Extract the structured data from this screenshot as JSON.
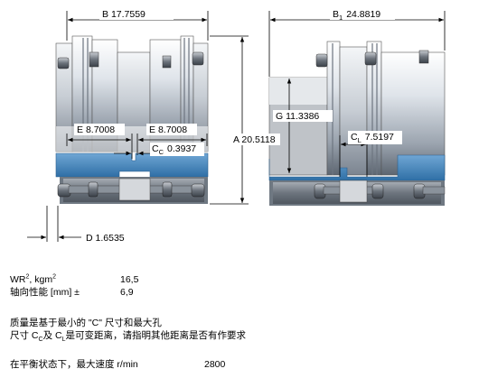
{
  "dimensions": {
    "B": {
      "label": "B",
      "value": "17.7559"
    },
    "B1": {
      "label": "B",
      "sub": "1",
      "value": "24.8819"
    },
    "A": {
      "label": "A",
      "value": "20.5118"
    },
    "E_left": {
      "label": "E",
      "value": "8.7008"
    },
    "E_right": {
      "label": "E",
      "value": "8.7008"
    },
    "CC": {
      "label": "C",
      "sub": "C",
      "value": "0.3937"
    },
    "G": {
      "label": "G",
      "value": "11.3386"
    },
    "CL": {
      "label": "C",
      "sub": "L",
      "value": "7.5197"
    },
    "D": {
      "label": "D",
      "value": "1.6535"
    }
  },
  "specs": {
    "wr2": {
      "label_pre": "WR",
      "label_sup": "2",
      "label_mid": ", kgm",
      "label_sup2": "2",
      "value": "16,5"
    },
    "axial": {
      "label": "轴向性能 [mm] ±",
      "value": "6,9"
    }
  },
  "notes": {
    "line1": "质量是基于最小的 \"C\" 尺寸和最大孔",
    "line2_pre": "尺寸 C",
    "line2_sub1": "C",
    "line2_mid": "及 C",
    "line2_sub2": "L",
    "line2_post": "是可变距离，请指明其他距离是否有作要求"
  },
  "speed": {
    "label": "在平衡状态下，最大速度 r/min",
    "value": "2800"
  },
  "colors": {
    "steel_light": "#e8ecf0",
    "steel_mid": "#a9b1bb",
    "steel_dark": "#4a525c",
    "section_blue": "#3d7fb8",
    "hub_gray": "#bfc3c8"
  }
}
